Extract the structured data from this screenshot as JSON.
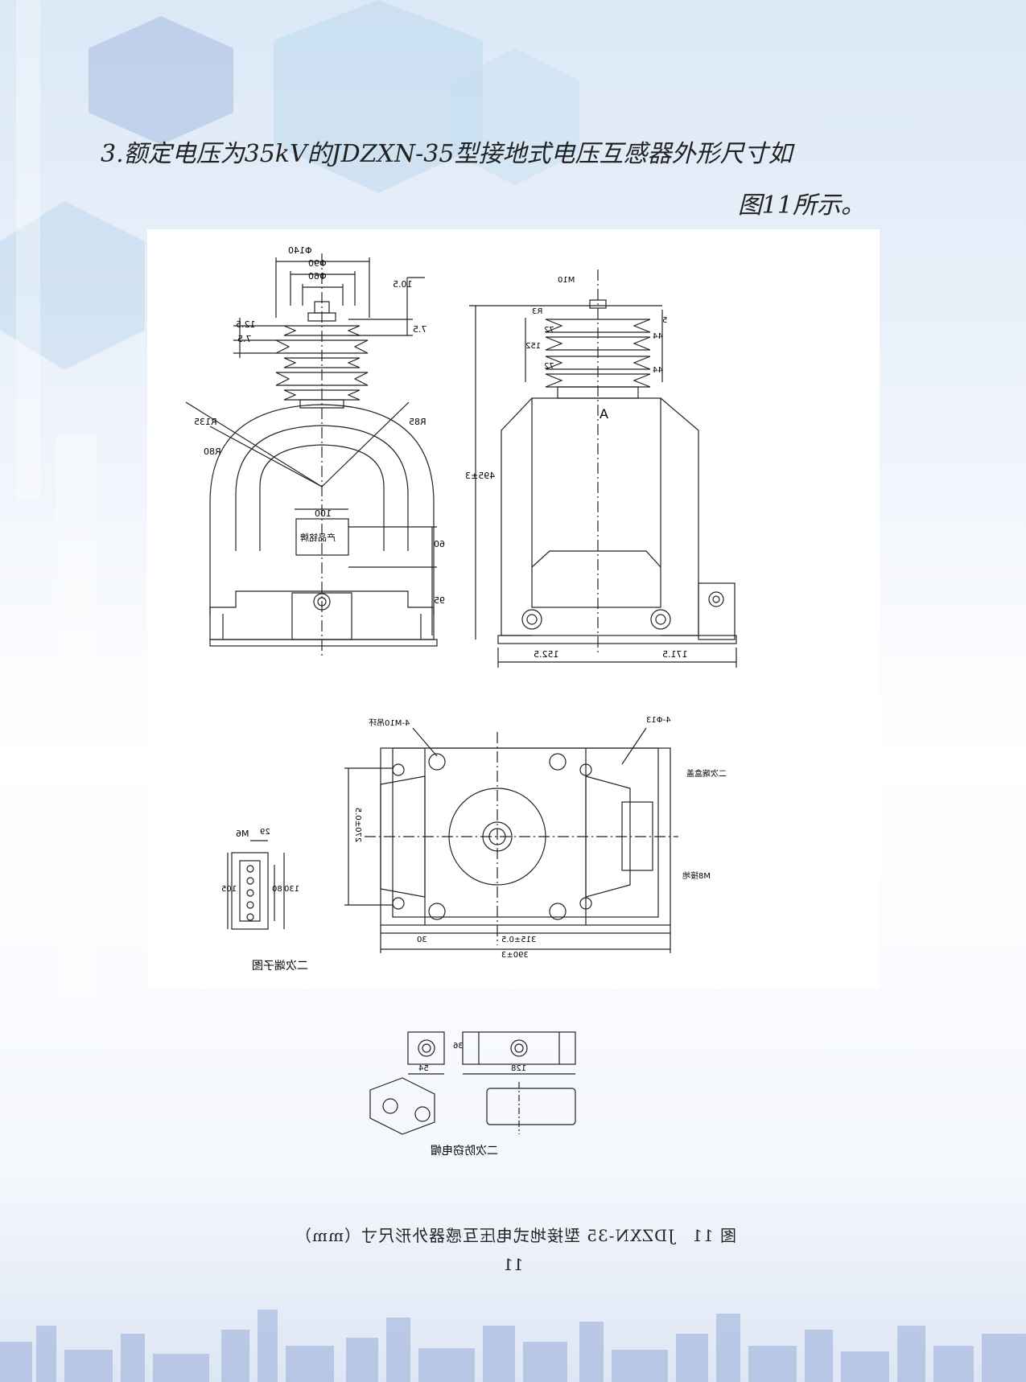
{
  "heading": {
    "line1": "3.额定电压为35kV的JDZXN-35型接地式电压互感器外形尺寸如",
    "line2": "图11所示。"
  },
  "drawing": {
    "front_dims": {
      "d_outer": "Φ140",
      "d_mid": "Φ90",
      "d_inner": "Φ60",
      "d_10_5": "10.5",
      "d_12_5": "12.5",
      "d_7_5a": "7.5",
      "d_7_5b": "7.5",
      "r135": "R135",
      "r85": "R85",
      "r80": "R80",
      "w100": "100",
      "h60": "60",
      "h95": "95",
      "nameplate": "产品铭牌"
    },
    "side_dims": {
      "m10": "M10",
      "r3": "R3",
      "d5": "5",
      "d44a": "44",
      "d44b": "44",
      "d72a": "72",
      "d72b": "72",
      "d152": "152",
      "height": "495±3",
      "mark_a": "A",
      "w152_5": "152.5",
      "w171_5": "171.5"
    },
    "plan_dims": {
      "lift": "4-M10吊环",
      "holes": "4-Φ13",
      "secondary": "二次端盒盖",
      "ground": "M8接地",
      "h270": "270±0.5",
      "w30": "30",
      "w315": "315±0.5",
      "w390": "390±3"
    },
    "terminal": {
      "m6": "M6",
      "w29": "29",
      "h130": "130",
      "h80": "80",
      "h105": "105",
      "caption": "二次端子图"
    },
    "lower": {
      "w54": "54",
      "w128": "128",
      "h36": "36",
      "caption": "二次防窃电帽"
    }
  },
  "caption": "图 11　JDZXN-35 型接地式电压互感器外形尺寸（mm）",
  "page_number": "11",
  "colors": {
    "line": "#222222",
    "background_top": "#dbe8f6",
    "background_bottom": "#dde6f4"
  }
}
